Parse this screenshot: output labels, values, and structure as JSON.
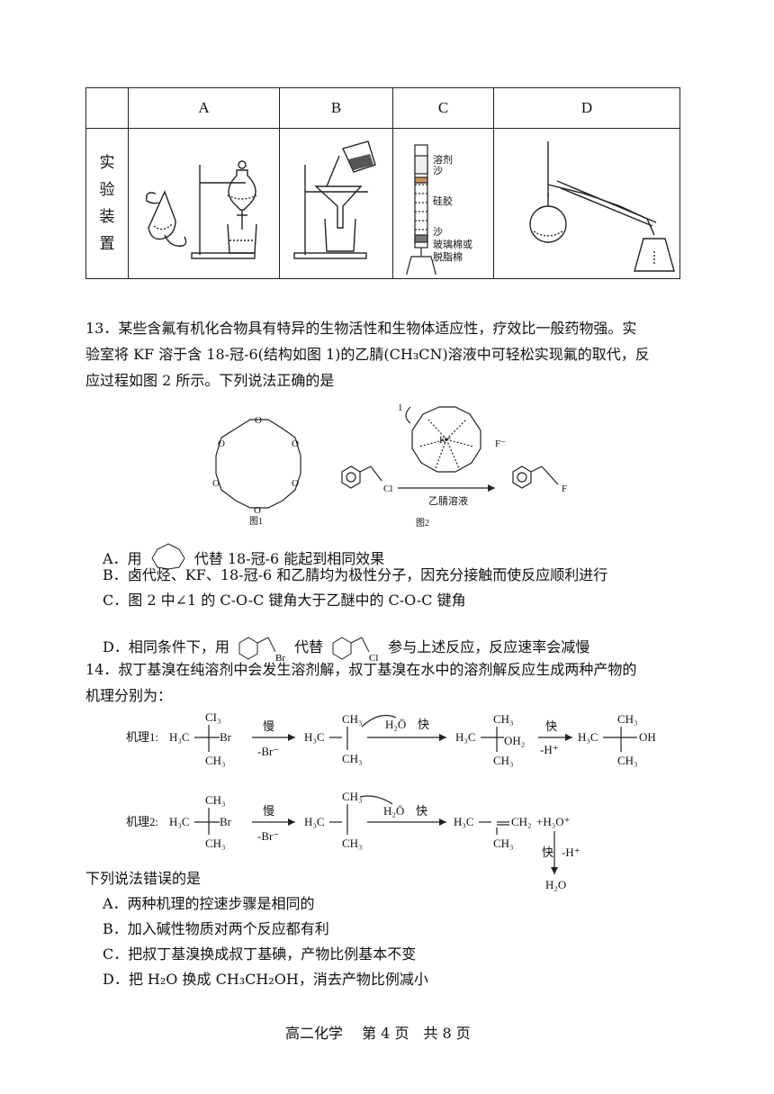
{
  "table": {
    "headers": [
      "A",
      "B",
      "C",
      "D"
    ],
    "row_label_chars": [
      "实",
      "验",
      "装",
      "置"
    ],
    "c_labels": [
      "溶剂",
      "沙",
      "硅胶",
      "沙",
      "玻璃棉或",
      "脱脂棉"
    ]
  },
  "q13": {
    "line1": "13．某些含氟有机化合物具有特异的生物活性和生物体适应性，疗效比一般药物强。实",
    "line2": "验室将 KF 溶于含 18-冠-6(结构如图 1)的乙腈(CH₃CN)溶液中可轻松实现氟的取代，反",
    "line3": "应过程如图 2 所示。下列说法正确的是",
    "fig1": "图1",
    "fig2": "图2",
    "reagent": "乙腈溶液",
    "angle_label": "1",
    "k_label": "K⁺",
    "f_label": "F⁻",
    "cl_label": "Cl",
    "f_prod_label": "F",
    "o_label": "O",
    "options": {
      "a_prefix": "A．用",
      "a_suffix": "代替 18-冠-6 能起到相同效果",
      "b": "B．卤代烃、KF、18-冠-6 和乙腈均为极性分子，因充分接触而使反应顺利进行",
      "c": "C．图 2 中∠1 的 C-O-C 键角大于乙醚中的 C-O-C 键角",
      "d_prefix": "D．相同条件下，用",
      "d_mid": "代替",
      "d_suffix": "参与上述反应，反应速率会减慢",
      "br": "Br",
      "cl": "Cl"
    }
  },
  "q14": {
    "line1": "14．叔丁基溴在纯溶剂中会发生溶剂解，叔丁基溴在水中的溶剂解反应生成两种产物的",
    "line2": "机理分别为：",
    "mech1_label": "机理1:",
    "mech2_label": "机理2:",
    "slow": "慢",
    "fast": "快",
    "minus_br": "-Br⁻",
    "minus_h": "-H⁺",
    "water": "H₂Ö",
    "water_bottom": "H₂O",
    "oh2": "OH₂",
    "oh": "OH",
    "h3o": "+H₃O⁺",
    "ch3": "CH₃",
    "cl3_top": "CI₃",
    "h3c": "H₃C",
    "ch2": "CH₂",
    "br": "Br",
    "question": "下列说法错误的是",
    "options": [
      "A．两种机理的控速步骤是相同的",
      "B．加入碱性物质对两个反应都有利",
      "C．把叔丁基溴换成叔丁基碘，产物比例基本不变",
      "D．把 H₂O 换成 CH₃CH₂OH，消去产物比例减小"
    ]
  },
  "footer": "高二化学　 第 4 页　共 8 页"
}
